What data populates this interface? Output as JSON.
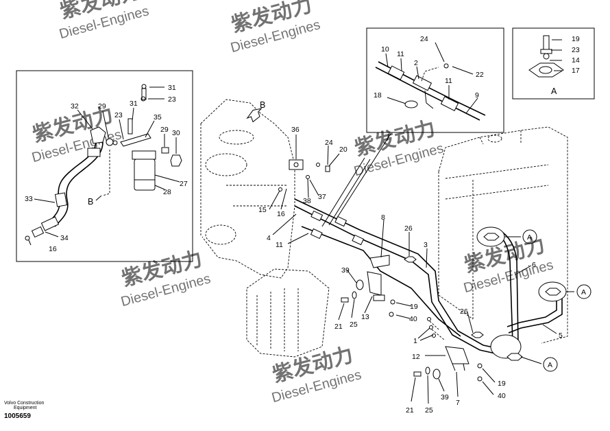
{
  "footer": {
    "brand_line1": "Volvo Construction",
    "brand_line2": "Equipment",
    "part_number": "1005659"
  },
  "watermark": {
    "cn": "紫发动力",
    "en": "Diesel-Engines"
  },
  "view_labels": {
    "b_arrow": "B",
    "b_detail": "B",
    "a_inset": "A",
    "a_callout_1": "A",
    "a_callout_2": "A",
    "a_callout_3": "A"
  },
  "callouts": {
    "left_inset": [
      "31",
      "23",
      "32",
      "29",
      "31",
      "23",
      "35",
      "29",
      "30",
      "27",
      "28",
      "33",
      "34",
      "16"
    ],
    "top_inset": [
      "24",
      "10",
      "11",
      "2",
      "22",
      "11",
      "18",
      "9"
    ],
    "a_inset": [
      "19",
      "23",
      "14",
      "17"
    ],
    "main": [
      "36",
      "24",
      "20",
      "15",
      "16",
      "38",
      "37",
      "4",
      "11",
      "8",
      "26",
      "3",
      "6",
      "39",
      "19",
      "40",
      "21",
      "25",
      "13",
      "26",
      "5",
      "1",
      "12",
      "19",
      "40",
      "21",
      "25",
      "39",
      "7"
    ]
  }
}
